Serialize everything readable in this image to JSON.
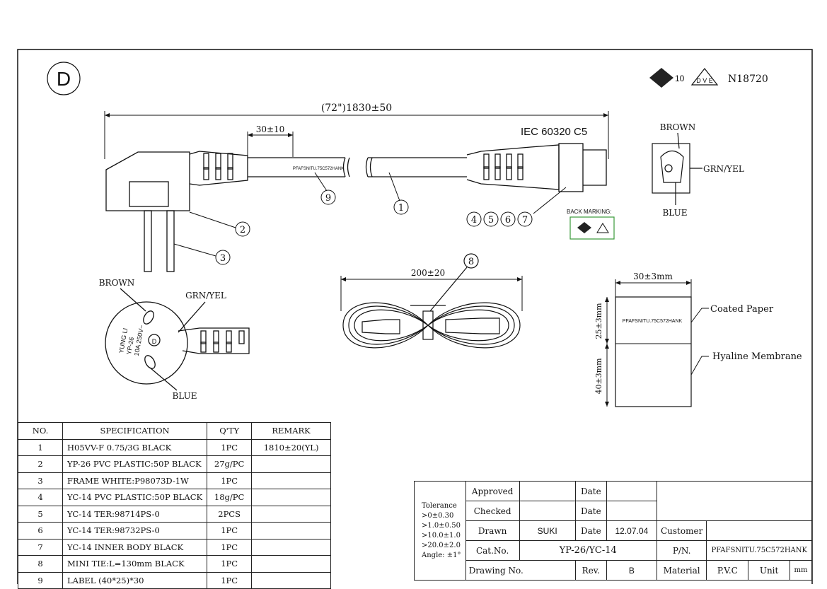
{
  "revision_letter": "D",
  "cert": {
    "enec_num": "10",
    "vde": "DVE",
    "number": "N18720"
  },
  "overall_length": "(72\")1830±50",
  "strip_length": "30±10",
  "connector_std": "IEC 60320 C5",
  "cable_print": "PFAFSNITU.75C572HANK",
  "balloons": {
    "b1": "1",
    "b2": "2",
    "b3": "3",
    "b4": "4",
    "b5": "5",
    "b6": "6",
    "b7": "7",
    "b8": "8",
    "b9": "9"
  },
  "back_marking": "BACK MARKING:",
  "c5_wiring": {
    "brown": "BROWN",
    "grnyel": "GRN/YEL",
    "blue": "BLUE"
  },
  "plug_face": {
    "brown": "BROWN",
    "grnyel": "GRN/YEL",
    "blue": "BLUE",
    "line1": "YUNG LI",
    "line2": "YP-26",
    "line3": "10A 250V~",
    "center": "D"
  },
  "coil_width": "200±20",
  "label": {
    "width": "30±3mm",
    "h1": "25±3mm",
    "h2": "40±3mm",
    "text": "PFAFSNITU.75C572HANK",
    "coated": "Coated Paper",
    "hyaline": "Hyaline Membrane"
  },
  "bom": {
    "headers": [
      "NO.",
      "SPECIFICATION",
      "Q'TY",
      "REMARK"
    ],
    "rows": [
      [
        "1",
        "H05VV-F 0.75/3G BLACK",
        "1PC",
        "1810±20(YL)"
      ],
      [
        "2",
        "YP-26 PVC PLASTIC:50P BLACK",
        "27g/PC",
        ""
      ],
      [
        "3",
        "FRAME WHITE:P98073D-1W",
        "1PC",
        ""
      ],
      [
        "4",
        "YC-14 PVC PLASTIC:50P BLACK",
        "18g/PC",
        ""
      ],
      [
        "5",
        "YC-14 TER:98714PS-0",
        "2PCS",
        ""
      ],
      [
        "6",
        "YC-14 TER:98732PS-0",
        "1PC",
        ""
      ],
      [
        "7",
        "YC-14 INNER BODY BLACK",
        "1PC",
        ""
      ],
      [
        "8",
        "MINI TIE:L=130mm BLACK",
        "1PC",
        ""
      ],
      [
        "9",
        "LABEL (40*25)*30",
        "1PC",
        ""
      ]
    ]
  },
  "title_block": {
    "tolerance": [
      "Tolerance",
      ">0±0.30",
      ">1.0±0.50",
      ">10.0±1.0",
      ">20.0±2.0",
      "Angle: ±1°"
    ],
    "approved": "Approved",
    "checked": "Checked",
    "drawn": "Drawn",
    "drawn_by": "SUKI",
    "date": "Date",
    "date_value": "12.07.04",
    "customer": "Customer",
    "cat_no": "Cat.No.",
    "cat_value": "YP-26/YC-14",
    "pn": "P/N.",
    "pn_value": "PFAFSNITU.75C572HANK",
    "drawing_no": "Drawing No.",
    "rev": "Rev.",
    "rev_value": "B",
    "material": "Material",
    "material_value": "P.V.C",
    "unit": "Unit",
    "unit_value": "mm"
  }
}
